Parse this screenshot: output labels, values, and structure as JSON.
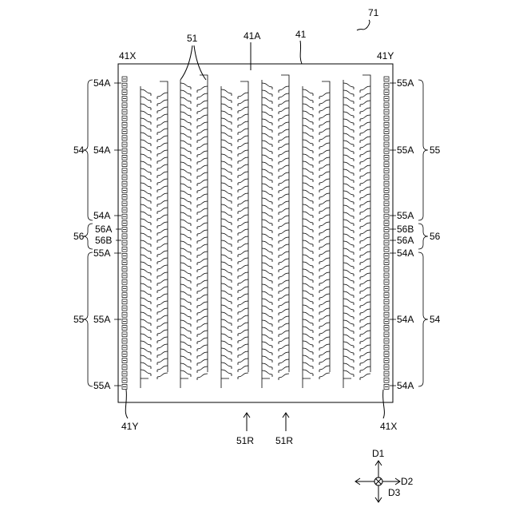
{
  "figure_number": "71",
  "labels": {
    "frame": "41",
    "frame_area": "41A",
    "strips": "51",
    "corner_top_left": "41X",
    "corner_top_right": "41Y",
    "corner_bottom_left": "41Y",
    "corner_bottom_right": "41X",
    "rib_left": "51R",
    "rib_right": "51R"
  },
  "left_side": {
    "group_upper": "54",
    "group_middle": "56",
    "group_lower": "55",
    "tags": [
      "54A",
      "54A",
      "54A",
      "56A",
      "56B",
      "55A",
      "55A",
      "55A"
    ]
  },
  "right_side": {
    "group_upper": "55",
    "group_middle": "56",
    "group_lower": "54",
    "tags": [
      "55A",
      "55A",
      "55A",
      "56B",
      "56A",
      "54A",
      "54A",
      "54A"
    ]
  },
  "compass": {
    "up": "D1",
    "right": "D2",
    "depth": "D3"
  }
}
